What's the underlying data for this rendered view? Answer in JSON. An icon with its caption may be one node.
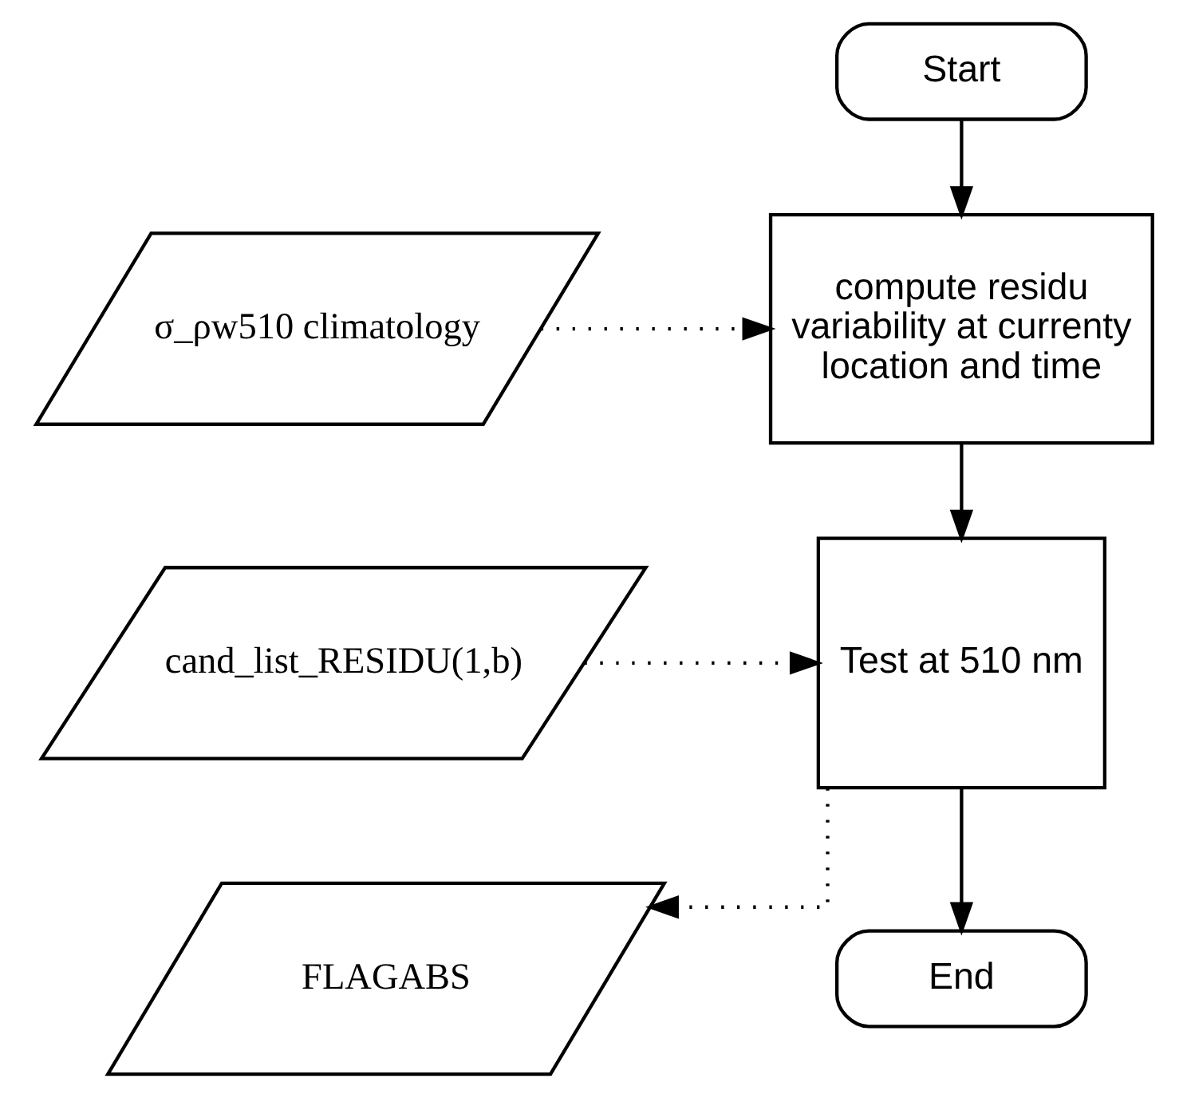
{
  "diagram": {
    "nodes": [
      {
        "text": [
          "Start"
        ]
      },
      {
        "text": [
          "σ_ρw510 climatology"
        ]
      },
      {
        "text": [
          "compute residu variability at currenty location and time"
        ]
      },
      {
        "text": [
          "cand_list_RESIDU(1,b)"
        ]
      },
      {
        "text": [
          "Test at 510 nm"
        ]
      },
      {
        "text": [
          "FLAGABS"
        ]
      },
      {
        "text": [
          "End"
        ]
      }
    ],
    "edges": [
      {
        "from": 0,
        "to": 2,
        "arrow": "to"
      },
      {
        "from": 1,
        "to": 2,
        "arrow": "to",
        "style": "dashed"
      },
      {
        "from": 2,
        "to": 4,
        "arrow": "to"
      },
      {
        "from": 3,
        "to": 4,
        "arrow": "to",
        "style": "dashed"
      },
      {
        "from": 4,
        "to": 5,
        "arrow": "to",
        "style": "dashed"
      },
      {
        "from": 4,
        "to": 6,
        "arrow": "to"
      }
    ]
  }
}
